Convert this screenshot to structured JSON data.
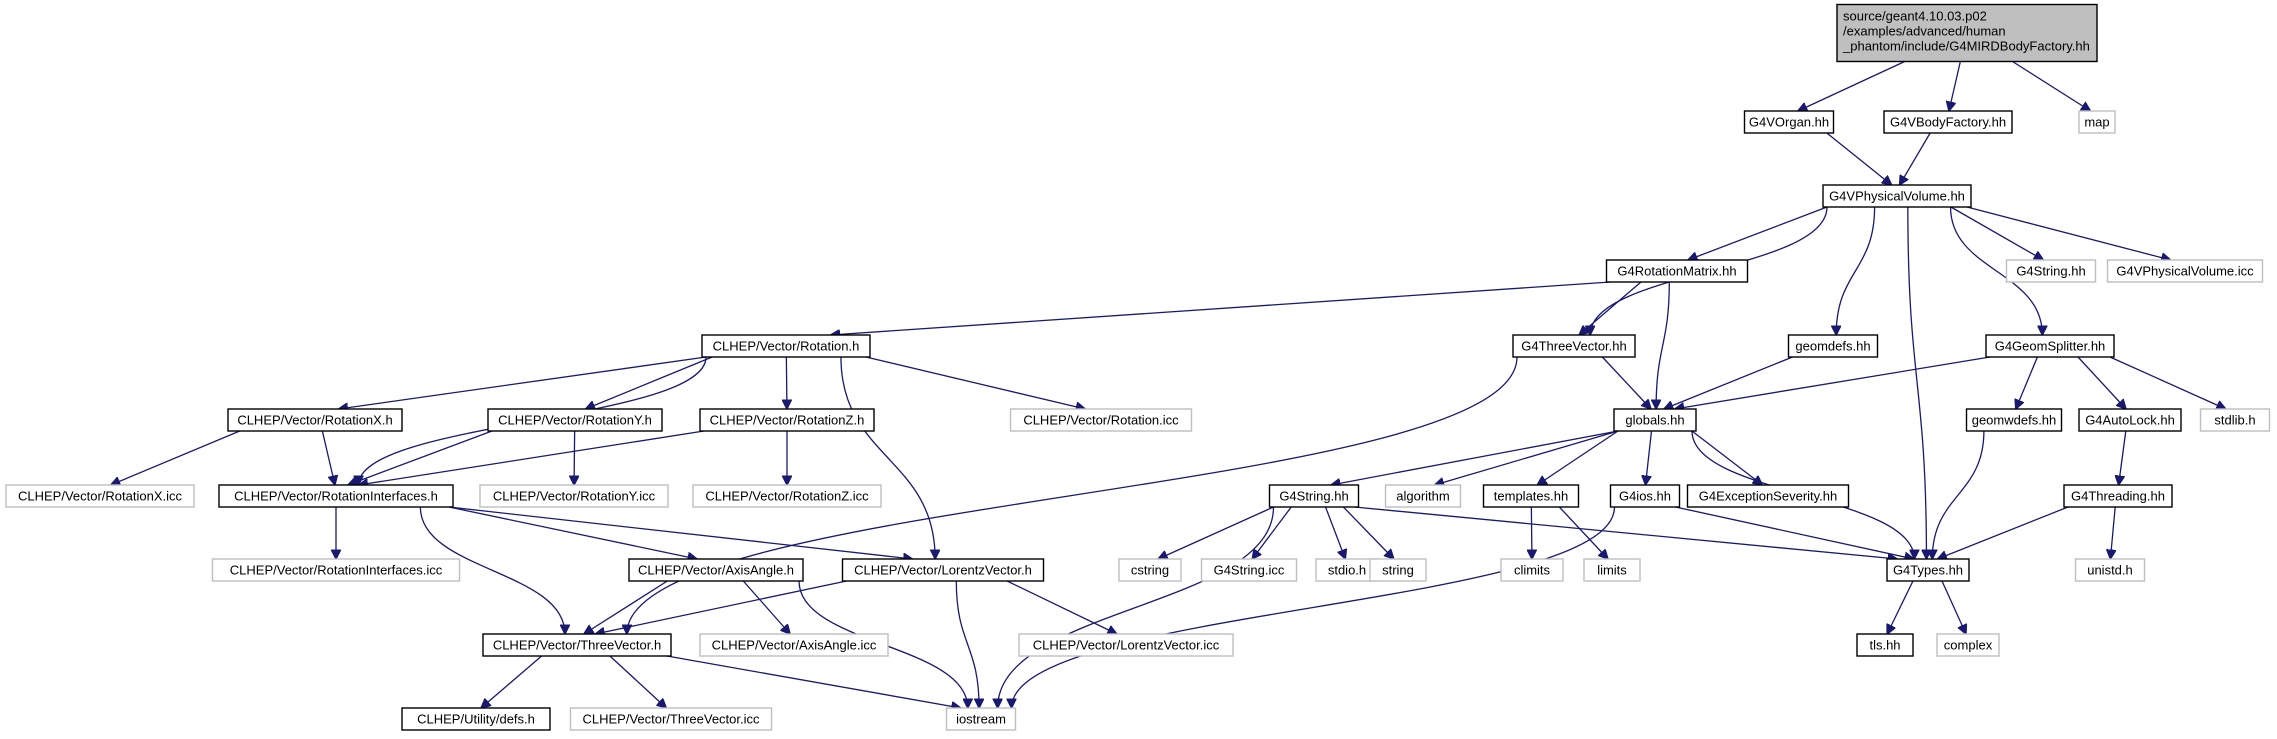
{
  "colors": {
    "edge": "#191970",
    "root_fill": "#bfbfbf",
    "node_stroke": "#000000",
    "external_stroke": "#bfbfbf"
  },
  "nodes": [
    {
      "id": "root",
      "lines": [
        "source/geant4.10.03.p02",
        "/examples/advanced/human",
        "_phantom/include/G4MIRDBodyFactory.hh"
      ],
      "kind": "root"
    },
    {
      "id": "g4vorgan",
      "lines": [
        "G4VOrgan.hh"
      ],
      "kind": "header"
    },
    {
      "id": "g4vbodyfactory",
      "lines": [
        "G4VBodyFactory.hh"
      ],
      "kind": "header"
    },
    {
      "id": "map",
      "lines": [
        "map"
      ],
      "kind": "external"
    },
    {
      "id": "g4vphysvol",
      "lines": [
        "G4VPhysicalVolume.hh"
      ],
      "kind": "header"
    },
    {
      "id": "g4rotmatrix",
      "lines": [
        "G4RotationMatrix.hh"
      ],
      "kind": "header"
    },
    {
      "id": "g4string_hh_top",
      "lines": [
        "G4String.hh"
      ],
      "kind": "external"
    },
    {
      "id": "g4vphysvol_icc",
      "lines": [
        "G4VPhysicalVolume.icc"
      ],
      "kind": "external"
    },
    {
      "id": "clhep_rotation",
      "lines": [
        "CLHEP/Vector/Rotation.h"
      ],
      "kind": "header"
    },
    {
      "id": "g4threevector",
      "lines": [
        "G4ThreeVector.hh"
      ],
      "kind": "header"
    },
    {
      "id": "geomdefs",
      "lines": [
        "geomdefs.hh"
      ],
      "kind": "header"
    },
    {
      "id": "g4geomsplitter",
      "lines": [
        "G4GeomSplitter.hh"
      ],
      "kind": "header"
    },
    {
      "id": "clhep_rotx",
      "lines": [
        "CLHEP/Vector/RotationX.h"
      ],
      "kind": "header"
    },
    {
      "id": "clhep_roty",
      "lines": [
        "CLHEP/Vector/RotationY.h"
      ],
      "kind": "header"
    },
    {
      "id": "clhep_rotz",
      "lines": [
        "CLHEP/Vector/RotationZ.h"
      ],
      "kind": "header"
    },
    {
      "id": "clhep_rotation_icc",
      "lines": [
        "CLHEP/Vector/Rotation.icc"
      ],
      "kind": "external"
    },
    {
      "id": "globals",
      "lines": [
        "globals.hh"
      ],
      "kind": "header"
    },
    {
      "id": "geomwdefs",
      "lines": [
        "geomwdefs.hh"
      ],
      "kind": "header"
    },
    {
      "id": "g4autolock",
      "lines": [
        "G4AutoLock.hh"
      ],
      "kind": "header"
    },
    {
      "id": "stdlib",
      "lines": [
        "stdlib.h"
      ],
      "kind": "external"
    },
    {
      "id": "clhep_rotx_icc",
      "lines": [
        "CLHEP/Vector/RotationX.icc"
      ],
      "kind": "external"
    },
    {
      "id": "clhep_rotinterfaces",
      "lines": [
        "CLHEP/Vector/RotationInterfaces.h"
      ],
      "kind": "header"
    },
    {
      "id": "clhep_roty_icc",
      "lines": [
        "CLHEP/Vector/RotationY.icc"
      ],
      "kind": "external"
    },
    {
      "id": "clhep_rotz_icc",
      "lines": [
        "CLHEP/Vector/RotationZ.icc"
      ],
      "kind": "external"
    },
    {
      "id": "g4string",
      "lines": [
        "G4String.hh"
      ],
      "kind": "header"
    },
    {
      "id": "algorithm",
      "lines": [
        "algorithm"
      ],
      "kind": "external"
    },
    {
      "id": "templates",
      "lines": [
        "templates.hh"
      ],
      "kind": "header"
    },
    {
      "id": "g4ios",
      "lines": [
        "G4ios.hh"
      ],
      "kind": "header"
    },
    {
      "id": "g4exceptionseverity",
      "lines": [
        "G4ExceptionSeverity.hh"
      ],
      "kind": "header"
    },
    {
      "id": "g4threading",
      "lines": [
        "G4Threading.hh"
      ],
      "kind": "header"
    },
    {
      "id": "clhep_rotinterfaces_icc",
      "lines": [
        "CLHEP/Vector/RotationInterfaces.icc"
      ],
      "kind": "external"
    },
    {
      "id": "clhep_axisangle",
      "lines": [
        "CLHEP/Vector/AxisAngle.h"
      ],
      "kind": "header"
    },
    {
      "id": "clhep_lorentz",
      "lines": [
        "CLHEP/Vector/LorentzVector.h"
      ],
      "kind": "header"
    },
    {
      "id": "cstring",
      "lines": [
        "cstring"
      ],
      "kind": "external"
    },
    {
      "id": "g4string_icc",
      "lines": [
        "G4String.icc"
      ],
      "kind": "external"
    },
    {
      "id": "stdio",
      "lines": [
        "stdio.h"
      ],
      "kind": "external"
    },
    {
      "id": "string",
      "lines": [
        "string"
      ],
      "kind": "external"
    },
    {
      "id": "climits",
      "lines": [
        "climits"
      ],
      "kind": "external"
    },
    {
      "id": "limits",
      "lines": [
        "limits"
      ],
      "kind": "external"
    },
    {
      "id": "g4types",
      "lines": [
        "G4Types.hh"
      ],
      "kind": "header"
    },
    {
      "id": "unistd",
      "lines": [
        "unistd.h"
      ],
      "kind": "external"
    },
    {
      "id": "clhep_threevector",
      "lines": [
        "CLHEP/Vector/ThreeVector.h"
      ],
      "kind": "header"
    },
    {
      "id": "clhep_axisangle_icc",
      "lines": [
        "CLHEP/Vector/AxisAngle.icc"
      ],
      "kind": "external"
    },
    {
      "id": "clhep_lorentz_icc",
      "lines": [
        "CLHEP/Vector/LorentzVector.icc"
      ],
      "kind": "external"
    },
    {
      "id": "tls",
      "lines": [
        "tls.hh"
      ],
      "kind": "header"
    },
    {
      "id": "complex",
      "lines": [
        "complex"
      ],
      "kind": "external"
    },
    {
      "id": "clhep_defs",
      "lines": [
        "CLHEP/Utility/defs.h"
      ],
      "kind": "header"
    },
    {
      "id": "clhep_threevector_icc",
      "lines": [
        "CLHEP/Vector/ThreeVector.icc"
      ],
      "kind": "external"
    },
    {
      "id": "iostream",
      "lines": [
        "iostream"
      ],
      "kind": "external"
    }
  ],
  "edges": [
    [
      "root",
      "g4vorgan"
    ],
    [
      "root",
      "g4vbodyfactory"
    ],
    [
      "root",
      "map"
    ],
    [
      "g4vorgan",
      "g4vphysvol"
    ],
    [
      "g4vbodyfactory",
      "g4vphysvol"
    ],
    [
      "g4vphysvol",
      "g4rotmatrix"
    ],
    [
      "g4vphysvol",
      "g4threevector"
    ],
    [
      "g4vphysvol",
      "geomdefs"
    ],
    [
      "g4vphysvol",
      "g4geomsplitter"
    ],
    [
      "g4vphysvol",
      "g4string_hh_top"
    ],
    [
      "g4vphysvol",
      "g4vphysvol_icc"
    ],
    [
      "g4vphysvol",
      "g4types"
    ],
    [
      "g4rotmatrix",
      "clhep_rotation"
    ],
    [
      "g4rotmatrix",
      "g4threevector"
    ],
    [
      "g4rotmatrix",
      "globals"
    ],
    [
      "g4threevector",
      "clhep_threevector"
    ],
    [
      "g4threevector",
      "globals"
    ],
    [
      "geomdefs",
      "globals"
    ],
    [
      "g4geomsplitter",
      "globals"
    ],
    [
      "g4geomsplitter",
      "geomwdefs"
    ],
    [
      "g4geomsplitter",
      "g4autolock"
    ],
    [
      "g4geomsplitter",
      "stdlib"
    ],
    [
      "clhep_rotation",
      "clhep_rotx"
    ],
    [
      "clhep_rotation",
      "clhep_roty"
    ],
    [
      "clhep_rotation",
      "clhep_rotz"
    ],
    [
      "clhep_rotation",
      "clhep_rotation_icc"
    ],
    [
      "clhep_rotation",
      "clhep_rotinterfaces"
    ],
    [
      "clhep_rotation",
      "clhep_lorentz"
    ],
    [
      "clhep_rotx",
      "clhep_rotx_icc"
    ],
    [
      "clhep_rotx",
      "clhep_rotinterfaces"
    ],
    [
      "clhep_roty",
      "clhep_roty_icc"
    ],
    [
      "clhep_roty",
      "clhep_rotinterfaces"
    ],
    [
      "clhep_rotz",
      "clhep_rotz_icc"
    ],
    [
      "clhep_rotz",
      "clhep_rotinterfaces"
    ],
    [
      "clhep_rotinterfaces",
      "clhep_rotinterfaces_icc"
    ],
    [
      "clhep_rotinterfaces",
      "clhep_axisangle"
    ],
    [
      "clhep_rotinterfaces",
      "clhep_lorentz"
    ],
    [
      "clhep_rotinterfaces",
      "clhep_threevector"
    ],
    [
      "globals",
      "g4string"
    ],
    [
      "globals",
      "algorithm"
    ],
    [
      "globals",
      "templates"
    ],
    [
      "globals",
      "g4ios"
    ],
    [
      "globals",
      "g4exceptionseverity"
    ],
    [
      "globals",
      "g4types"
    ],
    [
      "geomwdefs",
      "g4types"
    ],
    [
      "g4autolock",
      "g4threading"
    ],
    [
      "g4threading",
      "g4types"
    ],
    [
      "g4threading",
      "unistd"
    ],
    [
      "g4string",
      "cstring"
    ],
    [
      "g4string",
      "g4string_icc"
    ],
    [
      "g4string",
      "stdio"
    ],
    [
      "g4string",
      "string"
    ],
    [
      "g4string",
      "g4types"
    ],
    [
      "g4string",
      "iostream"
    ],
    [
      "templates",
      "climits"
    ],
    [
      "templates",
      "limits"
    ],
    [
      "g4ios",
      "g4types"
    ],
    [
      "g4ios",
      "iostream"
    ],
    [
      "g4types",
      "tls"
    ],
    [
      "g4types",
      "complex"
    ],
    [
      "clhep_axisangle",
      "clhep_threevector"
    ],
    [
      "clhep_axisangle",
      "clhep_axisangle_icc"
    ],
    [
      "clhep_axisangle",
      "iostream"
    ],
    [
      "clhep_lorentz",
      "clhep_threevector"
    ],
    [
      "clhep_lorentz",
      "clhep_lorentz_icc"
    ],
    [
      "clhep_lorentz",
      "iostream"
    ],
    [
      "clhep_threevector",
      "clhep_defs"
    ],
    [
      "clhep_threevector",
      "clhep_threevector_icc"
    ],
    [
      "clhep_threevector",
      "iostream"
    ]
  ]
}
